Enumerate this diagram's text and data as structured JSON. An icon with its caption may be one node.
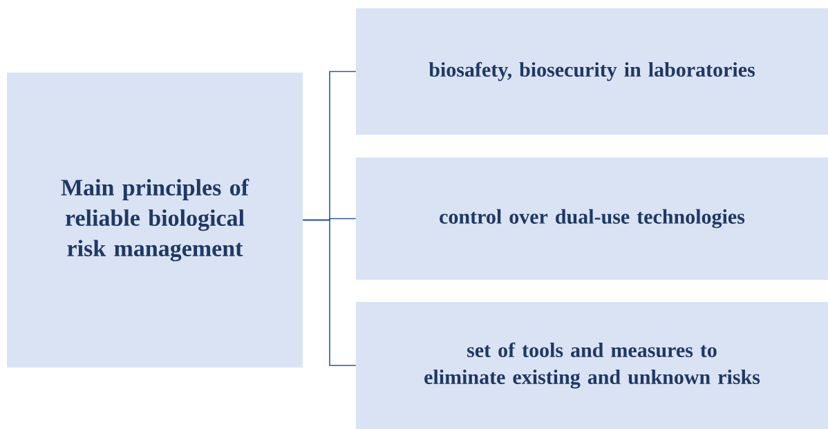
{
  "diagram": {
    "nodes": [
      {
        "text": [
          "Main principles of reliable biological risk management"
        ]
      },
      {
        "text": [
          "biosafety, biosecurity in laboratories"
        ]
      },
      {
        "text": [
          "control over dual-use technologies"
        ]
      },
      {
        "text": [
          "set of tools and measures to eliminate existing and unknown risks"
        ]
      }
    ],
    "edges": [
      {
        "from": 0,
        "to": 1,
        "arrow": "none"
      },
      {
        "from": 0,
        "to": 2,
        "arrow": "none"
      },
      {
        "from": 0,
        "to": 3,
        "arrow": "none"
      }
    ]
  }
}
